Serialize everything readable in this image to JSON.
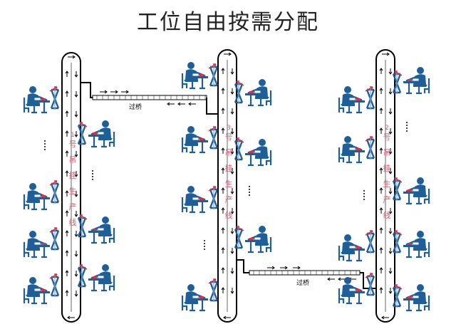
{
  "title": "工位自由按需分配",
  "bridge_label": "过桥",
  "lines": [
    {
      "id": "line1",
      "number": "1",
      "chars": [
        "号",
        "吊",
        "挂",
        "生",
        "产",
        "线"
      ]
    },
    {
      "id": "line3",
      "number": "3",
      "chars": [
        "号",
        "吊",
        "挂",
        "生",
        "产",
        "线"
      ]
    },
    {
      "id": "line2",
      "number": "2",
      "chars": [
        "号",
        "吊",
        "挂",
        "生",
        "产",
        "线"
      ]
    }
  ],
  "colors": {
    "worker": "#1f5f99",
    "arrow_red": "#d6334a",
    "label_red": "#e05a72",
    "rail": "#000000"
  },
  "icons": {
    "worker": "seated-worker-icon",
    "station": "hanger-station-icon",
    "ellipsis": "vertical-ellipsis-icon"
  }
}
